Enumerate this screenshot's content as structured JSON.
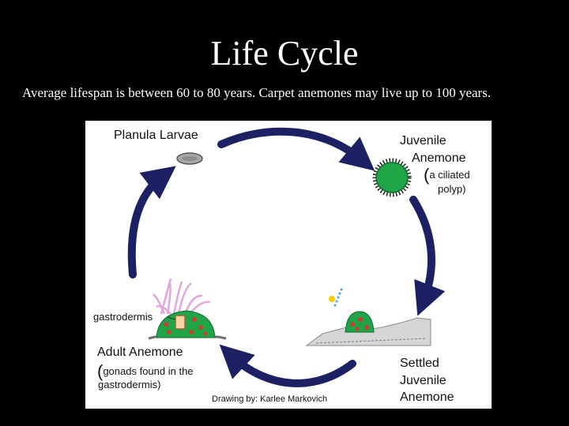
{
  "slide": {
    "title": "Life Cycle",
    "subtitle": "Average lifespan is between 60 to 80 years. Carpet anemones may live up to 100 years."
  },
  "diagram": {
    "stages": {
      "planula": {
        "label": "Planula Larvae"
      },
      "juvenile": {
        "line1": "Juvenile",
        "line2": "Anemone",
        "paren": "(",
        "note1": "a ciliated",
        "note2": "polyp)"
      },
      "settled": {
        "line1": "Settled",
        "line2": "Juvenile",
        "line3": "Anemone"
      },
      "adult": {
        "label": "Adult Anemone",
        "paren": "(",
        "note1": "gonads found in the",
        "note2": "gastrodermis)"
      }
    },
    "gastrodermis_label": "gastrodermis",
    "credit": "Drawing by: Karlee Markovich"
  },
  "colors": {
    "background": "#000000",
    "arrow": "#1b2163",
    "polyp": "#1fa447",
    "tentacles": "#e3a6dc",
    "gonads": "#c8402c"
  }
}
